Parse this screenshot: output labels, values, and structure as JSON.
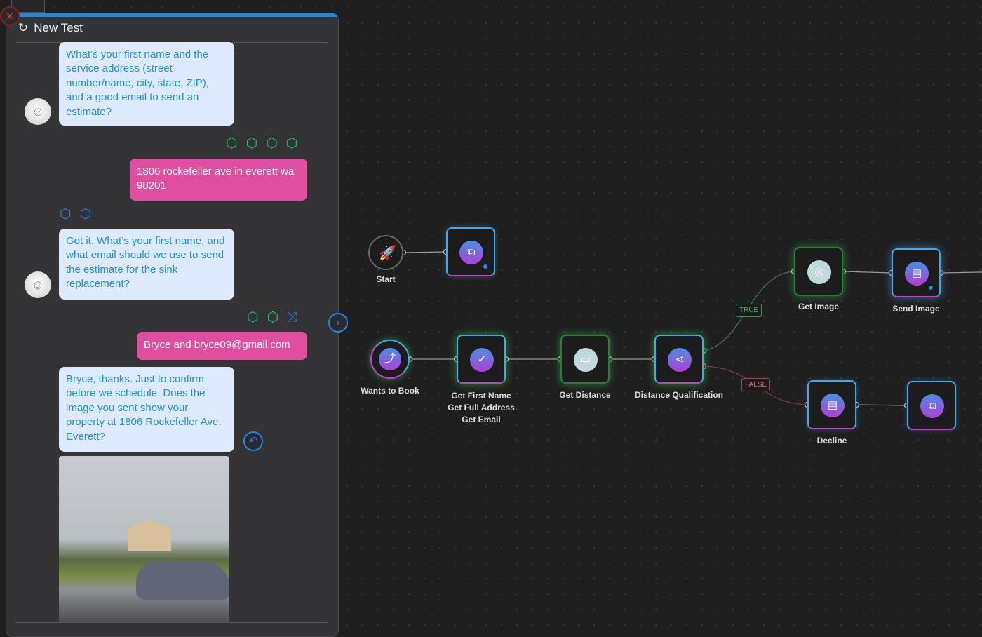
{
  "panel": {
    "title": "New Test",
    "close_icon": "close-icon",
    "refresh_icon": "refresh-icon"
  },
  "messages": [
    {
      "role": "bot",
      "text": "What’s your first name and the service address (street number/name, city, state, ZIP), and a good email to send an estimate?"
    },
    {
      "role": "user",
      "text": "1806 rockefeller ave in everett wa 98201"
    },
    {
      "role": "bot",
      "text": "Got it. What’s your first name, and what email should we use to send the estimate for the sink replacement?"
    },
    {
      "role": "user",
      "text": "Bryce and bryce09@gmail.com"
    },
    {
      "role": "bot",
      "text": "Bryce, thanks. Just to confirm before we schedule. Does the image you sent show your property at 1806 Rockefeller Ave, Everett?"
    }
  ],
  "colors": {
    "accent": "#1e88e5",
    "user_bubble": "#e04ea0",
    "bot_bubble": "#ddeafc",
    "true": "#22c36a",
    "false": "#d9534f"
  },
  "flow": {
    "nodes": [
      {
        "label": "Start",
        "icon": "rocket-icon"
      },
      {
        "label": "",
        "icon": "chat-bubbles-icon"
      },
      {
        "label": "Wants to Book",
        "icon": "split-arrow-icon"
      },
      {
        "label": "Get First Name\nGet Full Address\nGet Email",
        "icon": "check-icon"
      },
      {
        "label": "Get Distance",
        "icon": "card-icon"
      },
      {
        "label": "Distance Qualification",
        "icon": "branch-icon"
      },
      {
        "label": "Get Image",
        "icon": "camera-icon"
      },
      {
        "label": "Send Image",
        "icon": "message-icon"
      },
      {
        "label": "Decline",
        "icon": "message-icon"
      },
      {
        "label": "",
        "icon": "chat-bubbles-icon"
      }
    ],
    "true_label": "TRUE",
    "false_label": "FALSE"
  }
}
